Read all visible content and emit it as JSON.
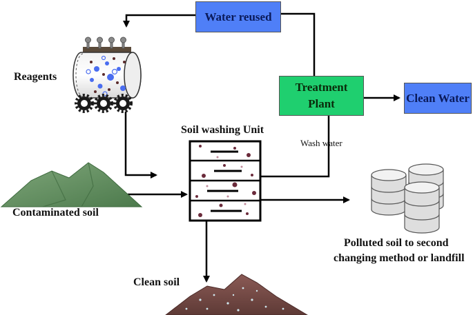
{
  "labels": {
    "water_reused": "Water reused",
    "reagents": "Reagents",
    "treatment_line1": "Treatment",
    "treatment_line2": "Plant",
    "clean_water": "Clean Water",
    "soil_washing_unit": "Soil washing Unit",
    "wash_water": "Wash water",
    "contaminated_soil": "Contaminated  soil",
    "polluted_line1": "Polluted soil  to second",
    "polluted_line2": "changing method or landfill",
    "clean_soil": "Clean soil"
  },
  "colors": {
    "blue_box": "#4f7ff7",
    "green_box": "#1fcf6f",
    "mountain": "#5f8a5a",
    "clean_soil_pile": "#7a4a44",
    "arrow": "#000000"
  }
}
